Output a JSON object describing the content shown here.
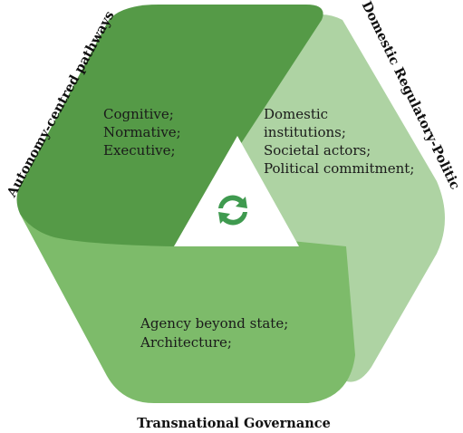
{
  "side_labels": {
    "top_left": "Autonomy-centred pathways",
    "top_right": "Domestic Regulatory-Politics",
    "bottom": "Transnational Governance"
  },
  "segments": {
    "autonomy": {
      "color": "#559a47",
      "lines": [
        "Cognitive;",
        "Normative;",
        "Executive;"
      ]
    },
    "domestic": {
      "color": "#aed3a3",
      "lines": [
        "Domestic",
        "institutions;",
        "Societal actors;",
        "Political commitment;"
      ]
    },
    "transnational": {
      "color": "#7dbb6a",
      "lines": [
        "Agency beyond state;",
        "Architecture;"
      ]
    }
  },
  "center_icon": {
    "name": "refresh-cycle-icon",
    "color": "#3f9a4f"
  }
}
